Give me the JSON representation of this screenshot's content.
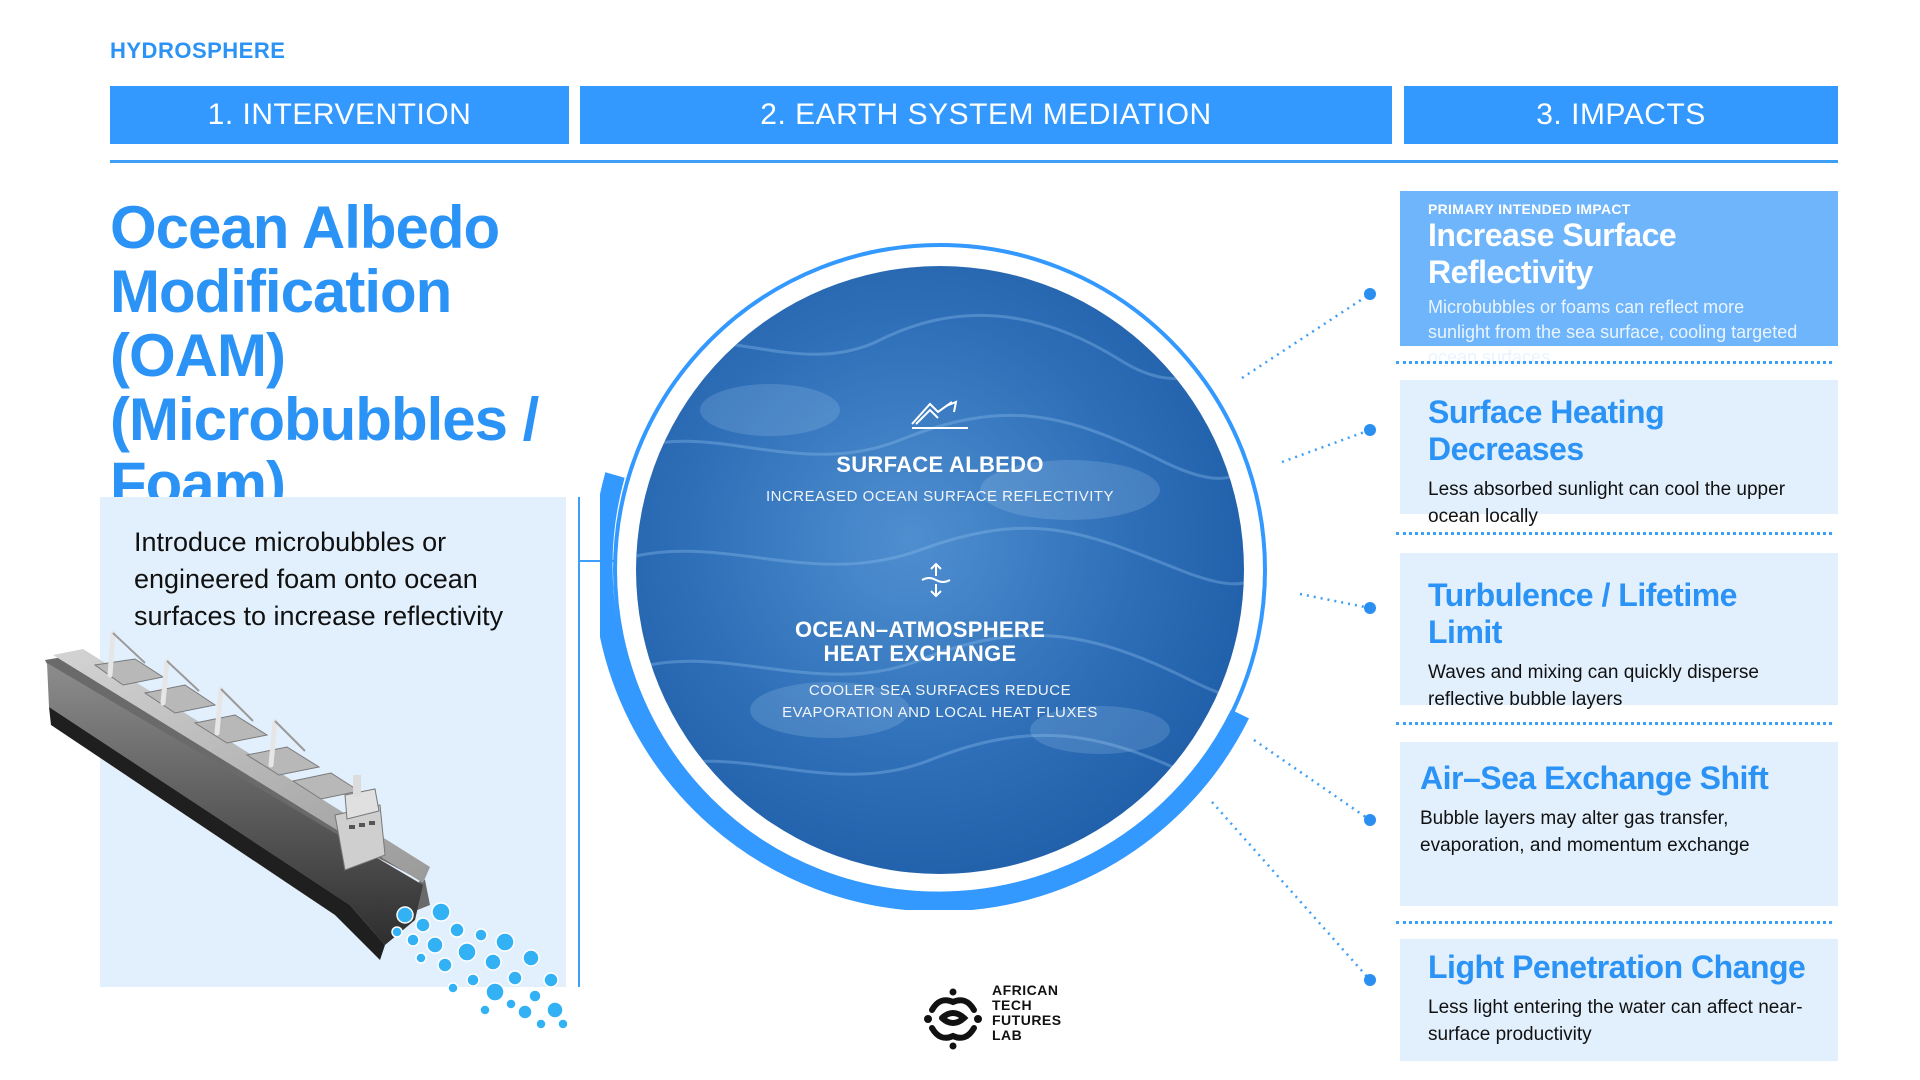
{
  "section_tag": "HYDROSPHERE",
  "columns": [
    "1. INTERVENTION",
    "2. EARTH SYSTEM MEDIATION",
    "3. IMPACTS"
  ],
  "title": "Ocean Albedo Modification (OAM) (Microbubbles / Foam)",
  "intervention_text": "Introduce microbubbles or engineered foam onto ocean surfaces to increase reflectivity",
  "mediation": {
    "surface_albedo": {
      "title": "SURFACE ALBEDO",
      "subtitle": "INCREASED OCEAN SURFACE REFLECTIVITY",
      "icon": "reflect-icon"
    },
    "heat_exchange": {
      "title": "OCEAN–ATMOSPHERE HEAT EXCHANGE",
      "subtitle_line1": "COOLER SEA SURFACES REDUCE",
      "subtitle_line2": "EVAPORATION AND LOCAL HEAT FLUXES",
      "icon": "heat-exchange-icon"
    }
  },
  "impacts": [
    {
      "kicker": "PRIMARY INTENDED IMPACT",
      "title": "Increase Surface Reflectivity",
      "description": "Microbubbles or foams can reflect more sunlight from the sea surface, cooling targeted ocean surfaces"
    },
    {
      "title": "Surface Heating Decreases",
      "description": "Less absorbed sunlight can cool the upper ocean locally"
    },
    {
      "title": "Turbulence / Lifetime Limit",
      "description": "Waves and mixing can quickly disperse reflective bubble layers"
    },
    {
      "title": "Air–Sea Exchange Shift",
      "description": "Bubble layers may alter gas transfer, evaporation, and momentum exchange"
    },
    {
      "title": "Light Penetration Change",
      "description": "Less light entering the water can affect near-surface productivity"
    }
  ],
  "logo": {
    "line1": "AFRICAN",
    "line2": "TECH",
    "line3": "FUTURES",
    "line4": "LAB"
  },
  "colors": {
    "accent": "#3399ff",
    "accent_dark": "#2b93f5",
    "card_bg": "#e2f0fd",
    "primary_card_bg": "#6fb5fb"
  }
}
